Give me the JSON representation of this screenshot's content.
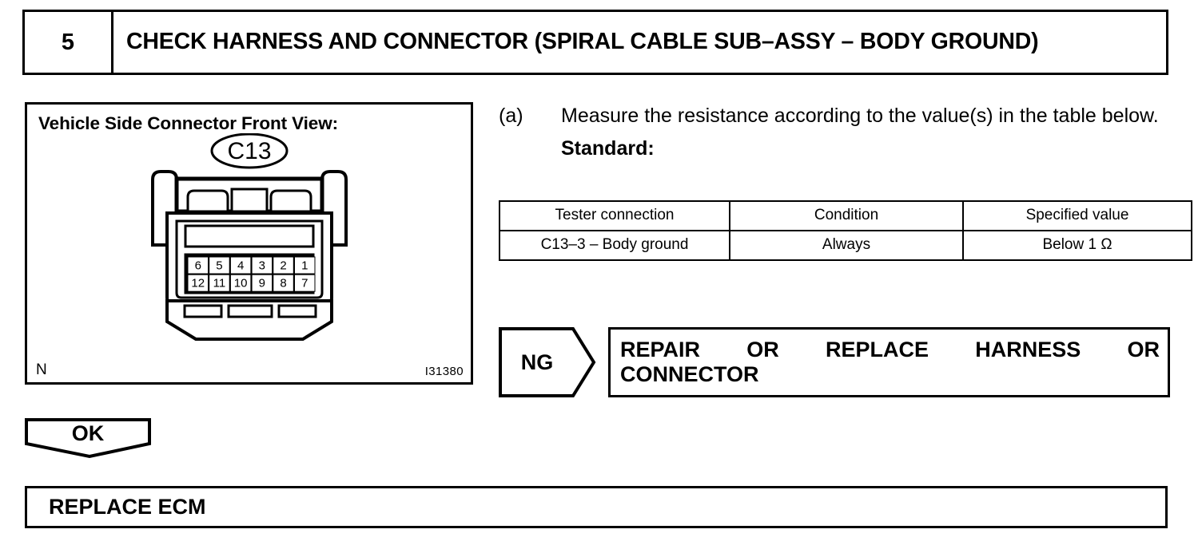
{
  "step": {
    "number": "5",
    "title": "CHECK HARNESS AND CONNECTOR (SPIRAL CABLE SUB–ASSY – BODY GROUND)"
  },
  "figure": {
    "caption": "Vehicle Side Connector Front View:",
    "connector_label": "C13",
    "orientation_mark": "N",
    "figure_id": "I31380",
    "pins": {
      "top_row": [
        "6",
        "5",
        "4",
        "3",
        "2",
        "1"
      ],
      "bottom_row": [
        "12",
        "11",
        "10",
        "9",
        "8",
        "7"
      ]
    }
  },
  "instruction": {
    "marker": "(a)",
    "text": "Measure the resistance according to the value(s) in the table below.",
    "standard_label": "Standard:"
  },
  "spec_table": {
    "headers": [
      "Tester connection",
      "Condition",
      "Specified value"
    ],
    "rows": [
      [
        "C13–3 – Body ground",
        "Always",
        "Below 1 Ω"
      ]
    ]
  },
  "results": {
    "ng": {
      "tag": "NG",
      "action_line1_words": [
        "REPAIR",
        "OR",
        "REPLACE",
        "HARNESS",
        "OR"
      ],
      "action_line2": "CONNECTOR"
    },
    "ok": {
      "tag": "OK"
    }
  },
  "final_action": {
    "label": "REPLACE ECM"
  },
  "colors": {
    "ink": "#000000",
    "paper": "#ffffff"
  }
}
